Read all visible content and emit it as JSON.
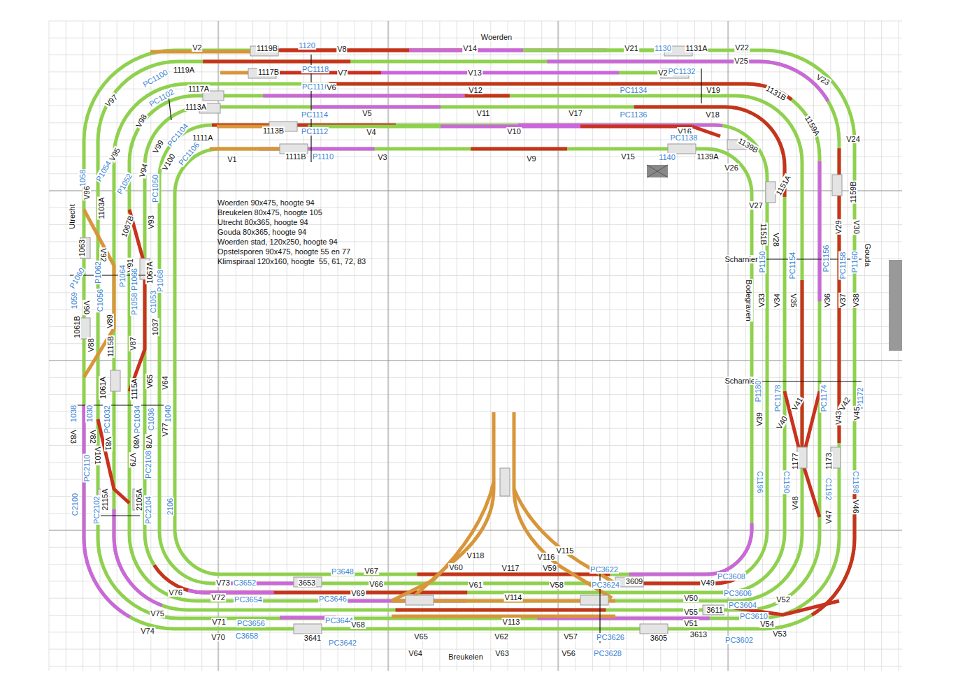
{
  "diagram": {
    "labels": [
      "Woerden",
      "V2",
      "1119B",
      "1120",
      "V8",
      "V14",
      "V21",
      "1130",
      "1131A",
      "V22",
      "1119A",
      "PC1100",
      "1117B",
      "PC1118",
      "V7",
      "V13",
      "V20",
      "PC1132",
      "V25",
      "V23",
      "1117A",
      "PC1102",
      "PC1116",
      "V6",
      "V12",
      "PC1134",
      "V19",
      "1131B",
      "V97",
      "1113A",
      "PC1114",
      "V5",
      "V11",
      "V17",
      "PC1136",
      "V18",
      "1159A",
      "V98",
      "PC1104",
      "1113B",
      "PC1112",
      "V4",
      "V10",
      "V16",
      "V24",
      "V99",
      "1111A",
      "PC1138",
      "1139B",
      "V95",
      "V100",
      "PC1106",
      "V1",
      "1111B",
      "P1110",
      "V3",
      "V9",
      "V15",
      "1140",
      "1139A",
      "V26",
      "1151A",
      "1058",
      "P1054",
      "P1052",
      "V94",
      "PC1050",
      "V96",
      "1103A",
      "1159B",
      "V27",
      "Utrecht",
      "V93",
      "1067B",
      "1151B",
      "V28",
      "V29",
      "V30",
      "Gouda",
      "1063",
      "V92",
      "V91",
      "1067A",
      "Scharnier",
      "P1150",
      "PC1154",
      "PC1156",
      "PC1158",
      "P1160",
      "P1060",
      "P1062",
      "P1064",
      "P1066",
      "P1068",
      "Bodegraven",
      "V33",
      "V34",
      "V35",
      "V36",
      "V37",
      "V38",
      "1059",
      "V90",
      "C1056",
      "V89",
      "P1058",
      "C1053",
      "1037",
      "1061B",
      "1115B",
      "V88",
      "V87",
      "Scharnier",
      "P1180",
      "PC1178",
      "V41",
      "PC1174",
      "V42",
      "P1172",
      "1061A",
      "1115A",
      "V65",
      "V64",
      "V39",
      "V40",
      "V43",
      "V45",
      "1038",
      "1030",
      "PC1032",
      "PC1034",
      "C1036",
      "1040",
      "V83",
      "V82",
      "V81",
      "V80",
      "V78",
      "V77",
      "V101",
      "PC2110",
      "V79",
      "PC2108",
      "1177",
      "1173",
      "C1196",
      "C1190",
      "C1192",
      "C1198",
      "2115A",
      "2105A",
      "C2100",
      "PC2102",
      "PC2104",
      "2106",
      "V48",
      "V47",
      "V46",
      "V118",
      "V115",
      "V116",
      "V60",
      "V117",
      "V59",
      "PC3622",
      "V67",
      "P3648",
      "V73",
      "C3652",
      "3653",
      "V66",
      "V61",
      "V58",
      "PC3624",
      "3609",
      "V49",
      "PC3608",
      "V76",
      "PC3606",
      "V69",
      "PC3646",
      "V72",
      "PC3654",
      "V114",
      "V50",
      "3611",
      "PC3604",
      "V52",
      "PC3610",
      "V75",
      "V71",
      "PC3656",
      "PC3644",
      "V68",
      "V113",
      "V55",
      "V51",
      "V54",
      "V74",
      "V70",
      "C3658",
      "3641",
      "V65",
      "V62",
      "V57",
      "PC3626",
      "3605",
      "3613",
      "PC3602",
      "V53",
      "PC3642",
      "V64",
      "Breukelen",
      "V63",
      "V56",
      "PC3628",
      "Woerden 90x475, hoogte 94",
      "Breukelen 80x475, hoogte 105",
      "Utrecht 80x365, hoogte 94",
      "Gouda 80x365, hoogte 94",
      "Woerden stad, 120x250, hoogte 94",
      "Opstelsporen 90x475, hoogte 55 en 77",
      "Klimspiraal 120x160, hoogte  55, 61, 72, 83"
    ]
  }
}
